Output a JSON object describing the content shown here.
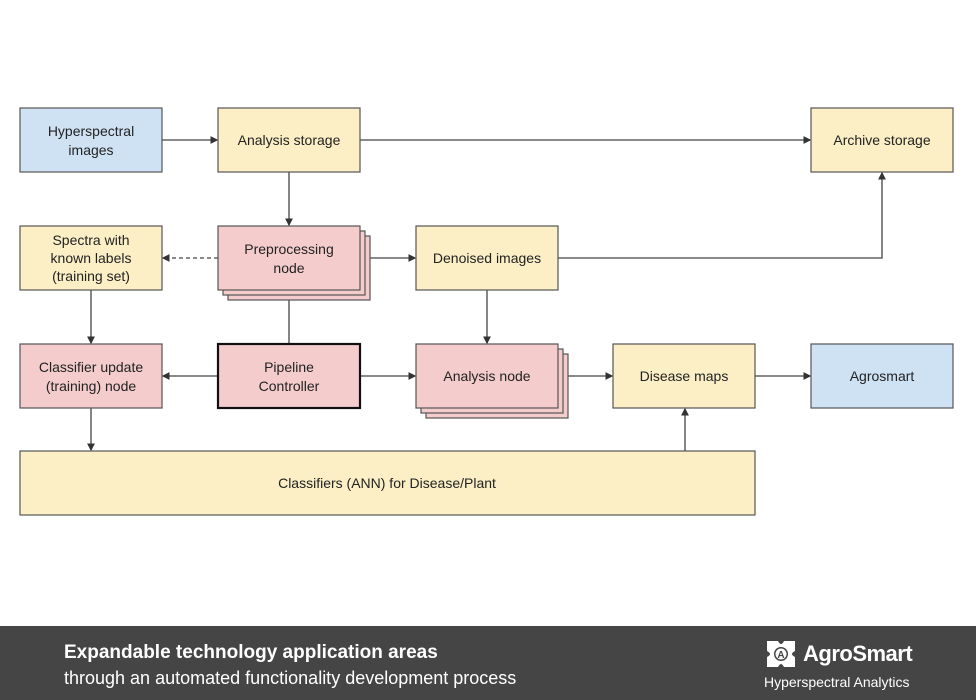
{
  "diagram": {
    "nodes": {
      "hyperspectral": [
        "Hyperspectral",
        "images"
      ],
      "analysis_storage": [
        "Analysis storage"
      ],
      "archive_storage": [
        "Archive storage"
      ],
      "spectra": [
        "Spectra with",
        "known labels",
        "(training set)"
      ],
      "preprocessing": [
        "Preprocessing",
        "node"
      ],
      "denoised": [
        "Denoised images"
      ],
      "classifier_update": [
        "Classifier update",
        "(training) node"
      ],
      "pipeline": [
        "Pipeline",
        "Controller"
      ],
      "analysis_node": [
        "Analysis node"
      ],
      "disease_maps": [
        "Disease maps"
      ],
      "agrosmart": [
        "Agrosmart"
      ],
      "classifiers": [
        "Classifiers (ANN) for Disease/Plant"
      ]
    },
    "colors": {
      "storage": "#fcefc6",
      "node": "#f4cccc",
      "external": "#cfe2f3"
    }
  },
  "footer": {
    "line1": "Expandable technology application areas",
    "line2": "through an automated functionality development process",
    "brand": "AgroSmart",
    "tagline": "Hyperspectral Analytics"
  }
}
